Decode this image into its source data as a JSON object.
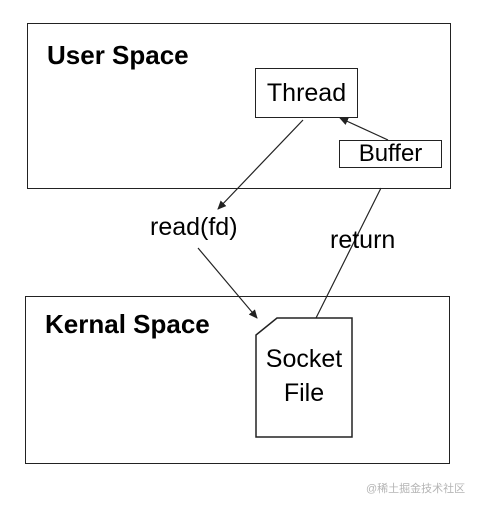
{
  "user_space": {
    "title": "User Space"
  },
  "kernal_space": {
    "title": "Kernal Space"
  },
  "nodes": {
    "thread": "Thread",
    "buffer": "Buffer",
    "socket_file": [
      "Socket",
      "File"
    ]
  },
  "edges": {
    "read": "read(fd)",
    "return": "return"
  },
  "watermark": "@稀土掘金技术社区"
}
